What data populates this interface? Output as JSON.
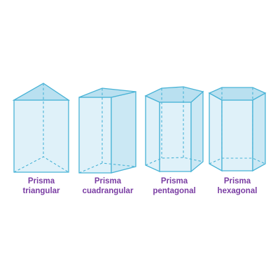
{
  "prisms": [
    {
      "name_line1": "Prisma",
      "name_line2": "triangular"
    },
    {
      "name_line1": "Prisma",
      "name_line2": "cuadrangular"
    },
    {
      "name_line1": "Prisma",
      "name_line2": "pentagonal"
    },
    {
      "name_line1": "Prisma",
      "name_line2": "hexagonal"
    }
  ],
  "colors": {
    "edge": "#49b3d6",
    "face": "#dff1f9",
    "label": "#7a3da3"
  }
}
